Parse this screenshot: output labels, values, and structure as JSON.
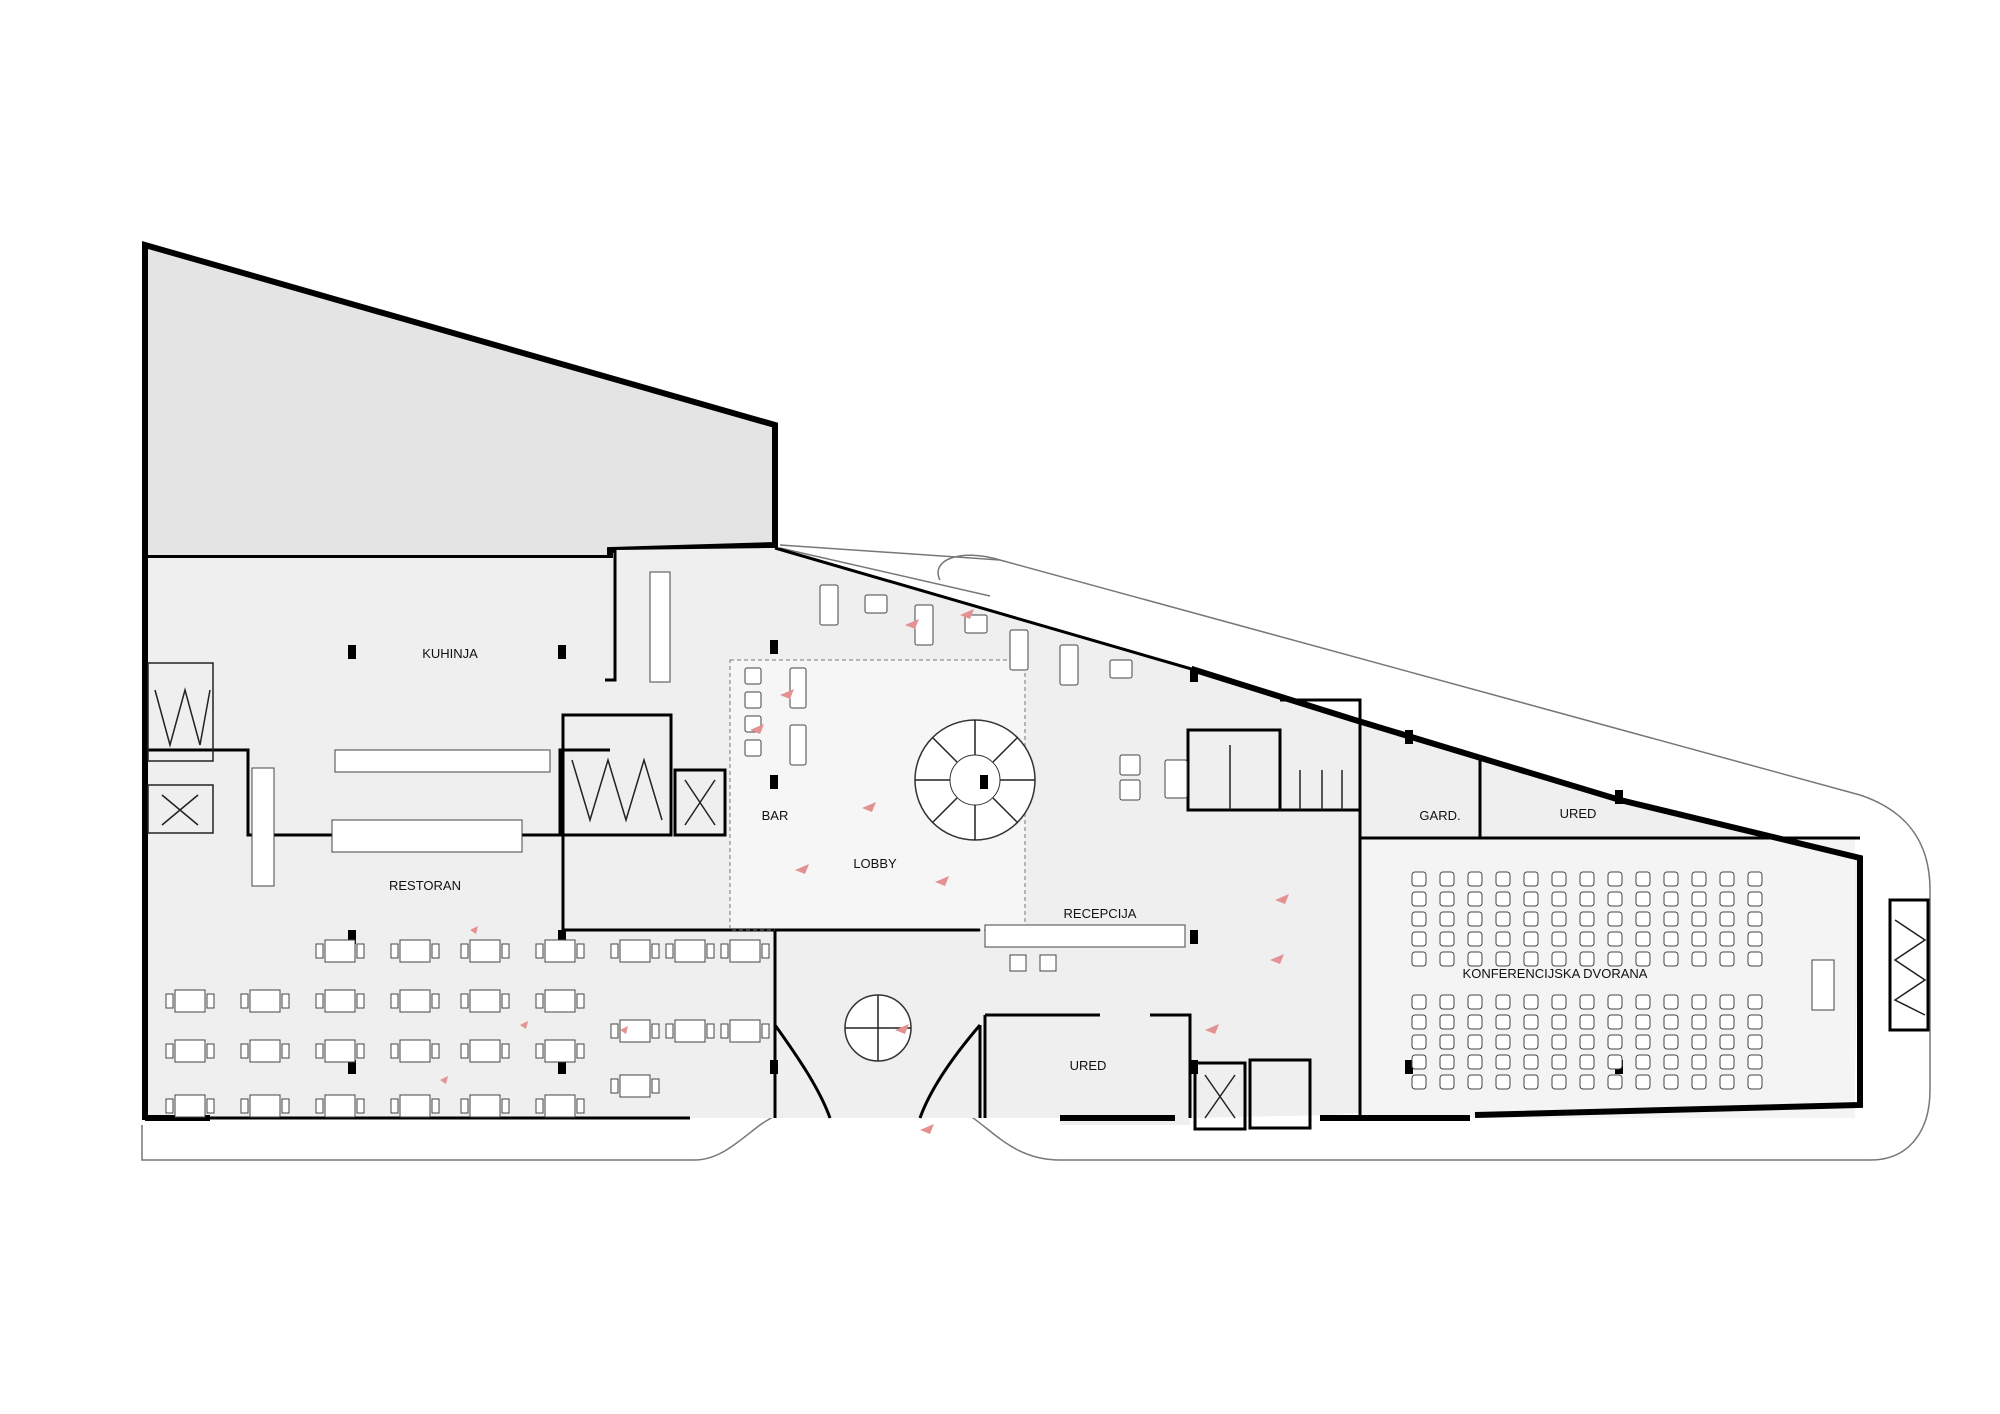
{
  "rooms": {
    "kuhinja": "KUHINJA",
    "restoran": "RESTORAN",
    "bar": "BAR",
    "lobby": "LOBBY",
    "recepcija": "RECEPCIJA",
    "ured_small": "URED",
    "garderoba": "GARD.",
    "ured_top": "URED",
    "konferencijska": "KONFERENCIJSKA DVORANA"
  },
  "colors": {
    "floor": "#efefef",
    "blocked": "#e4e4e4",
    "wall": "#000000",
    "people": "#e39191"
  }
}
